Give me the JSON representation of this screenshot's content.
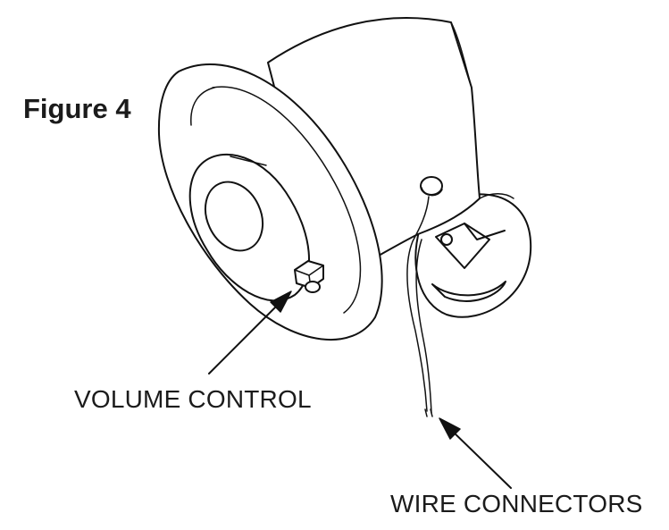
{
  "figure": {
    "title": "Figure 4"
  },
  "callouts": {
    "volume_control": "VOLUME CONTROL",
    "wire_connectors": "WIRE CONNECTORS"
  },
  "colors": {
    "ink": "#111111",
    "background": "#ffffff"
  }
}
